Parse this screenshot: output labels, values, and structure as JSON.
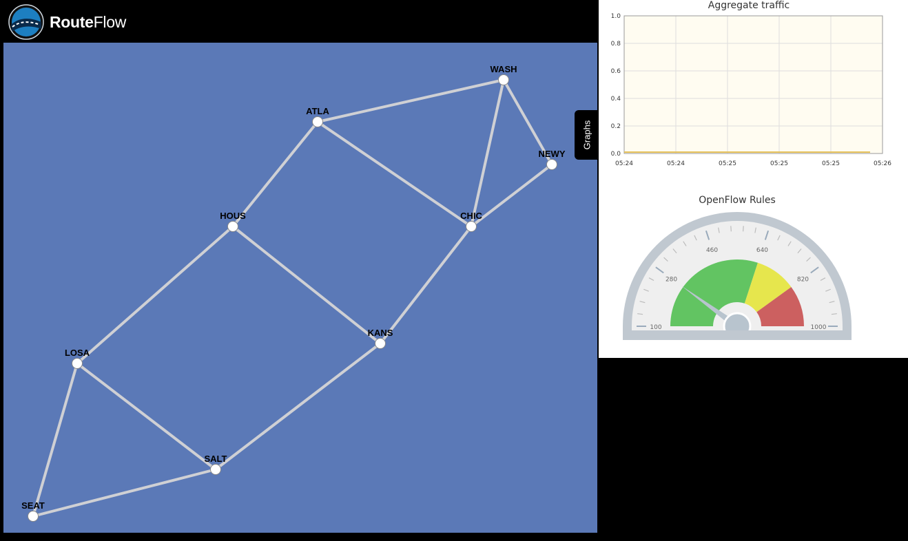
{
  "app": {
    "logo_text_bold": "Route",
    "logo_text_regular": "Flow"
  },
  "topology": {
    "nodes": [
      "WASH",
      "ATLA",
      "NEWY",
      "HOUS",
      "CHIC",
      "KANS",
      "LOSA",
      "SALT",
      "SEAT"
    ],
    "links": [
      [
        "ATLA",
        "WASH"
      ],
      [
        "WASH",
        "CHIC"
      ],
      [
        "WASH",
        "NEWY"
      ],
      [
        "ATLA",
        "HOUS"
      ],
      [
        "ATLA",
        "CHIC"
      ],
      [
        "NEWY",
        "CHIC"
      ],
      [
        "HOUS",
        "LOSA"
      ],
      [
        "HOUS",
        "KANS"
      ],
      [
        "CHIC",
        "KANS"
      ],
      [
        "KANS",
        "SALT"
      ],
      [
        "LOSA",
        "SALT"
      ],
      [
        "LOSA",
        "SEAT"
      ],
      [
        "SEAT",
        "SALT"
      ]
    ]
  },
  "graphs_tab": {
    "label": "Graphs"
  },
  "traffic_chart": {
    "chart_data": {
      "type": "line",
      "title": "Aggregate traffic",
      "xlabel": "",
      "ylabel": "",
      "ylim": [
        0,
        1.0
      ],
      "yticks": [
        "0.0",
        "0.2",
        "0.4",
        "0.6",
        "0.8",
        "1.0"
      ],
      "xticks": [
        "05:24",
        "05:24",
        "05:25",
        "05:25",
        "05:25",
        "05:26"
      ],
      "series": [
        {
          "values": [
            0.01,
            0.01,
            0.01,
            0.01,
            0.01,
            0.01
          ]
        }
      ],
      "grid": true,
      "colors": {
        "plot_bg": "#fffcf1",
        "line": "#e6c15a"
      }
    }
  },
  "rules_gauge": {
    "title": "OpenFlow Rules",
    "min": 100,
    "max": 1000,
    "value": 280,
    "tick_labels": [
      "100",
      "280",
      "460",
      "640",
      "820",
      "1000"
    ],
    "bands": [
      {
        "from": 100,
        "to": 640,
        "color": "#62c462"
      },
      {
        "from": 640,
        "to": 820,
        "color": "#e6e64d"
      },
      {
        "from": 820,
        "to": 1000,
        "color": "#cc6060"
      }
    ]
  }
}
